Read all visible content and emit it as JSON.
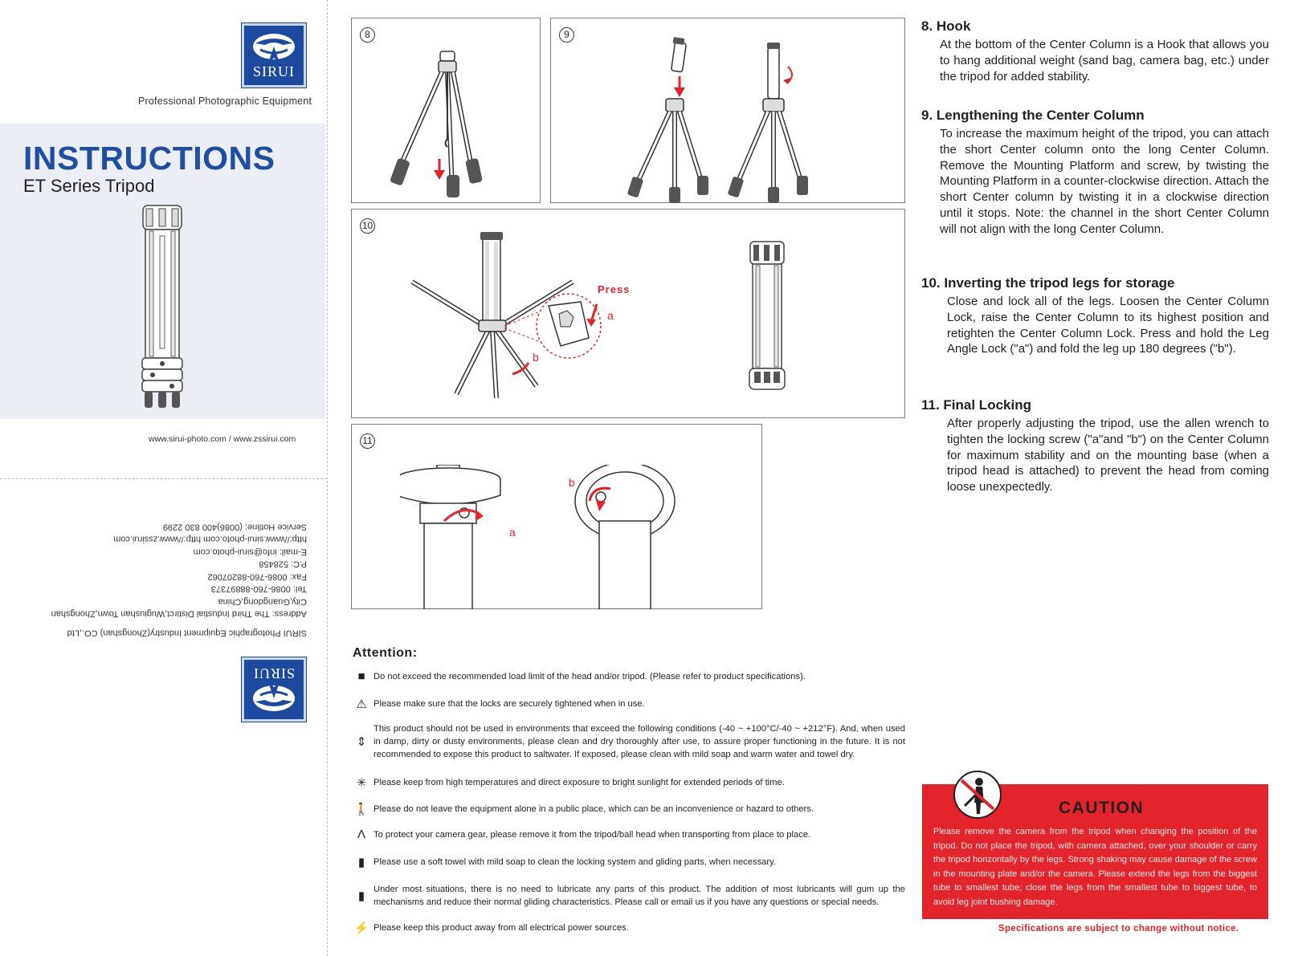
{
  "cover": {
    "logo_word": "SIRUI",
    "tagline": "Professional  Photographic  Equipment",
    "title": "INSTRUCTIONS",
    "subtitle": "ET Series Tripod",
    "urls": "www.sirui-photo.com / www.zssirui.com"
  },
  "back": {
    "lines": [
      "SIRUI Photographic Equipment Industry(Zhongshan) CO.,Ltd",
      "Address: The Third Industial Distirct,Wugiushan Town,Zhongshan",
      "City,Guangdong,China",
      "Tel: 0086-760-88897373",
      "Fax: 0086-760-88207062",
      "P.C: 528458",
      "E-mail: info@sirui-photo.com",
      "http://www.sirui-photo.com  http://www.zssirui.com",
      "Service Hotline: (0086)400 830 2299"
    ]
  },
  "figures": {
    "fig8": "8",
    "fig9": "9",
    "fig10": "10",
    "fig11": "11",
    "press_label": "Press",
    "label_a": "a",
    "label_b": "b"
  },
  "attention": {
    "title": "Attention:",
    "items": [
      {
        "icon": "max-weight-icon",
        "text": "Do not exceed the recommended load limit of the head and/or tripod. (Please refer to product specifications)."
      },
      {
        "icon": "warning-icon",
        "text": "Please make sure that the locks are securely tightened when in use."
      },
      {
        "icon": "temperature-icon",
        "text": "This product should not be used in environments that exceed the following conditions (-40 ~ +100°C/-40 ~ +212°F). And, when used in damp, dirty or dusty environments, please clean and dry thoroughly after use, to assure proper functioning in the future. It is not recommended to expose this product to saltwater. If exposed, please clean with mild soap and warm water and towel dry."
      },
      {
        "icon": "sun-icon",
        "text": "Please keep from high temperatures and direct exposure to bright sunlight for extended periods of time."
      },
      {
        "icon": "walking-person-icon",
        "text": "Please do not leave the equipment alone in a public place, which can be an inconvenience or hazard to others."
      },
      {
        "icon": "tripod-icon",
        "text": "To protect your camera gear, please remove it from the tripod/ball head when transporting from place to place."
      },
      {
        "icon": "bottle-icon",
        "text": "Please use a soft towel with mild soap to clean the locking system and gliding parts, when necessary."
      },
      {
        "icon": "oil-can-icon",
        "text": "Under most situations, there is no need to lubricate any parts of this product. The addition of most lubricants will gum up the mechanisms and reduce their normal gliding characteristics. Please call or email us if you have any questions or special needs."
      },
      {
        "icon": "lightning-icon",
        "text": "Please keep this product away from all electrical power sources."
      }
    ]
  },
  "sections": [
    {
      "title": "8. Hook",
      "body": "At the bottom of the Center Column is a Hook that allows you to hang additional weight (sand bag, camera bag, etc.) under the tripod for added stability."
    },
    {
      "title": "9. Lengthening the Center Column",
      "body": "To increase the maximum height of the tripod, you can attach the short Center column onto the long Center Column. Remove the Mounting Platform and screw, by twisting the Mounting Platform in a counter-clockwise direction. Attach the short Center column by twisting it in a clockwise direction until it stops. Note: the channel in the short Center Column will not align with the long Center Column."
    },
    {
      "title": "10. Inverting the tripod legs for storage",
      "body": "Close and lock all of the legs. Loosen the Center Column Lock, raise the Center Column to its highest position and retighten the Center Column Lock. Press and hold the Leg Angle Lock (\"a\") and fold the leg up 180 degrees (\"b\")."
    },
    {
      "title": "11. Final Locking",
      "body": "After properly adjusting the tripod, use the allen wrench to tighten the locking screw (\"a\"and \"b\") on the Center Column for maximum stability and on the mounting base (when a tripod head is attached) to prevent the head from coming loose unexpectedly."
    }
  ],
  "caution": {
    "title": "CAUTION",
    "text": "Please remove the camera from the tripod when changing the position of the tripod. Do not place the tripod, with camera attached, over your shoulder or carry the tripod horizontally by the legs. Strong shaking may cause damage of the screw in the mounting plate and/or the camera. Please extend the legs from the biggest tube to smallest tube; close the legs from the smallest tube to biggest tube, to avoid leg joint bushing damage.",
    "spec_note": "Specifications are subject to change without notice.",
    "accent": "#e3242b"
  }
}
